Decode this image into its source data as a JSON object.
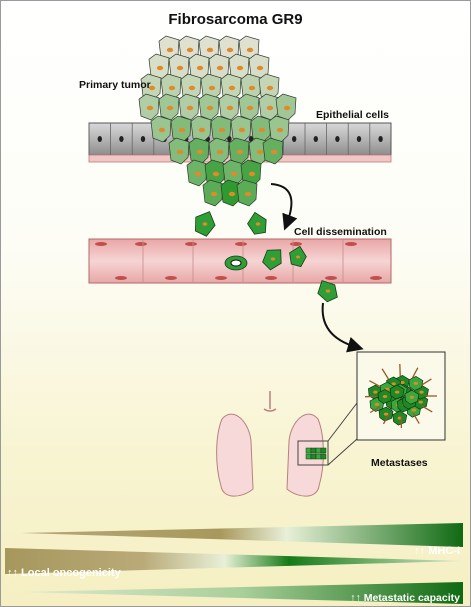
{
  "title": "Fibrosarcoma GR9",
  "labels": {
    "primary_tumor": "Primary tumor",
    "epithelial_cells": "Epithelial cells",
    "cell_dissemination": "Cell dissemination",
    "metastases": "Metastases"
  },
  "gradient_bars": [
    {
      "label": "↑↑ MHC-I"
    },
    {
      "label": "↑↑ Local oncogenicity"
    },
    {
      "label": "↑↑ Metastatic capacity"
    }
  ],
  "colors": {
    "tumor_light": "#dfe0cf",
    "tumor_green": "#2f9a2f",
    "vessel": "#f1c3c3",
    "nucleus": "#e08a2a",
    "band_olive": "#a89a60",
    "band_green": "#177a17"
  }
}
